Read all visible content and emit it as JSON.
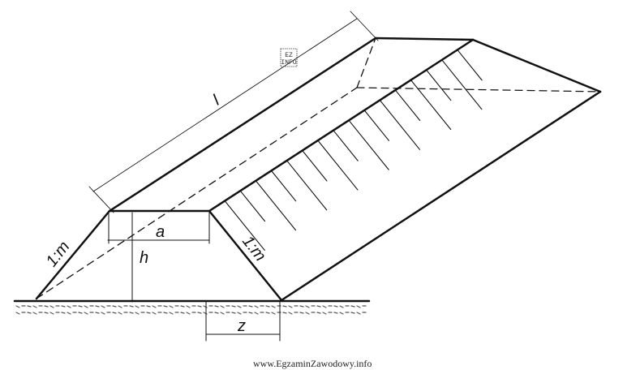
{
  "diagram": {
    "labels": {
      "length": "l",
      "crown_width": "a",
      "height": "h",
      "slope_left": "1:m",
      "slope_right": "1:m",
      "base_projection": "z"
    },
    "logo": {
      "line1": "EZ",
      "line2": "INFO"
    }
  },
  "footer": {
    "text": "www.EgzaminZawodowy.info"
  }
}
